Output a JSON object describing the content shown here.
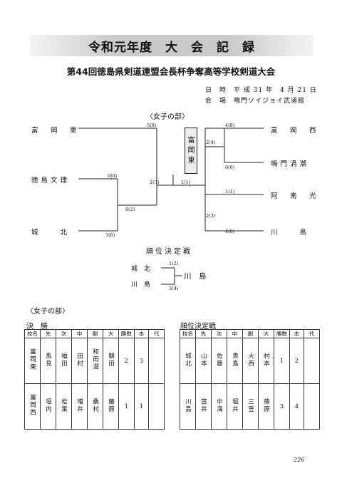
{
  "title": "令和元年度　大　会　記　録",
  "subtitle": "第44回徳島県剣道連盟会長杯争奪高等学校剣道大会",
  "meta": {
    "date": "日　時　平 成 31 年　4 月 21 日",
    "venue": "会　場　鳴門ソイジョイ武道館"
  },
  "bracket": {
    "section_title": "〈女子の部〉",
    "champion": "富岡東",
    "teams_left": [
      "富　岡　東",
      "徳島文理",
      "城　　北"
    ],
    "teams_right": [
      "富　岡　西",
      "鳴門渦潮",
      "阿　南　光",
      "川　　島"
    ],
    "scores": {
      "l1": "5(8)",
      "l2": "0(0)",
      "l3": "0(2)",
      "l4": "3(6)",
      "c_left": "2(3)",
      "c_right": "1(1)",
      "r1": "4(8)",
      "r2": "2(4)",
      "r3": "0(0)",
      "r4": "1(1)",
      "r5": "2(3)",
      "r6": "4(6)"
    }
  },
  "placement": {
    "title": "順位決定戦",
    "team_a": "城　北",
    "team_b": "川　島",
    "score_a": "1(2)",
    "score_b": "3(4)",
    "winner": "川　島"
  },
  "results_section_title": "〈女子の部〉",
  "final": {
    "label": "決　勝",
    "headers": [
      "校名",
      "先",
      "次",
      "中",
      "副",
      "大",
      "勝数",
      "本",
      "代"
    ],
    "team1": {
      "name": "富岡東",
      "players": [
        "馬見",
        "福田",
        "田村",
        "和田澄",
        "朝田"
      ],
      "wins": "2",
      "points": "3"
    },
    "team2": {
      "name": "富岡西",
      "players": [
        "垣内",
        "松葉",
        "増井",
        "桑村",
        "藤原"
      ],
      "wins": "1",
      "points": "1"
    }
  },
  "placement_table": {
    "label": "順位決定戦",
    "headers": [
      "校名",
      "先",
      "次",
      "中",
      "副",
      "大",
      "勝数",
      "本",
      "代"
    ],
    "team1": {
      "name": "城北",
      "players": [
        "山本",
        "佐藤",
        "貴島",
        "大西",
        "村本"
      ],
      "wins": "1",
      "points": "2"
    },
    "team2": {
      "name": "川島",
      "players": [
        "笠井",
        "中海",
        "堀井",
        "三笠",
        "篠原"
      ],
      "wins": "3",
      "points": "4"
    }
  },
  "page_number": "226"
}
